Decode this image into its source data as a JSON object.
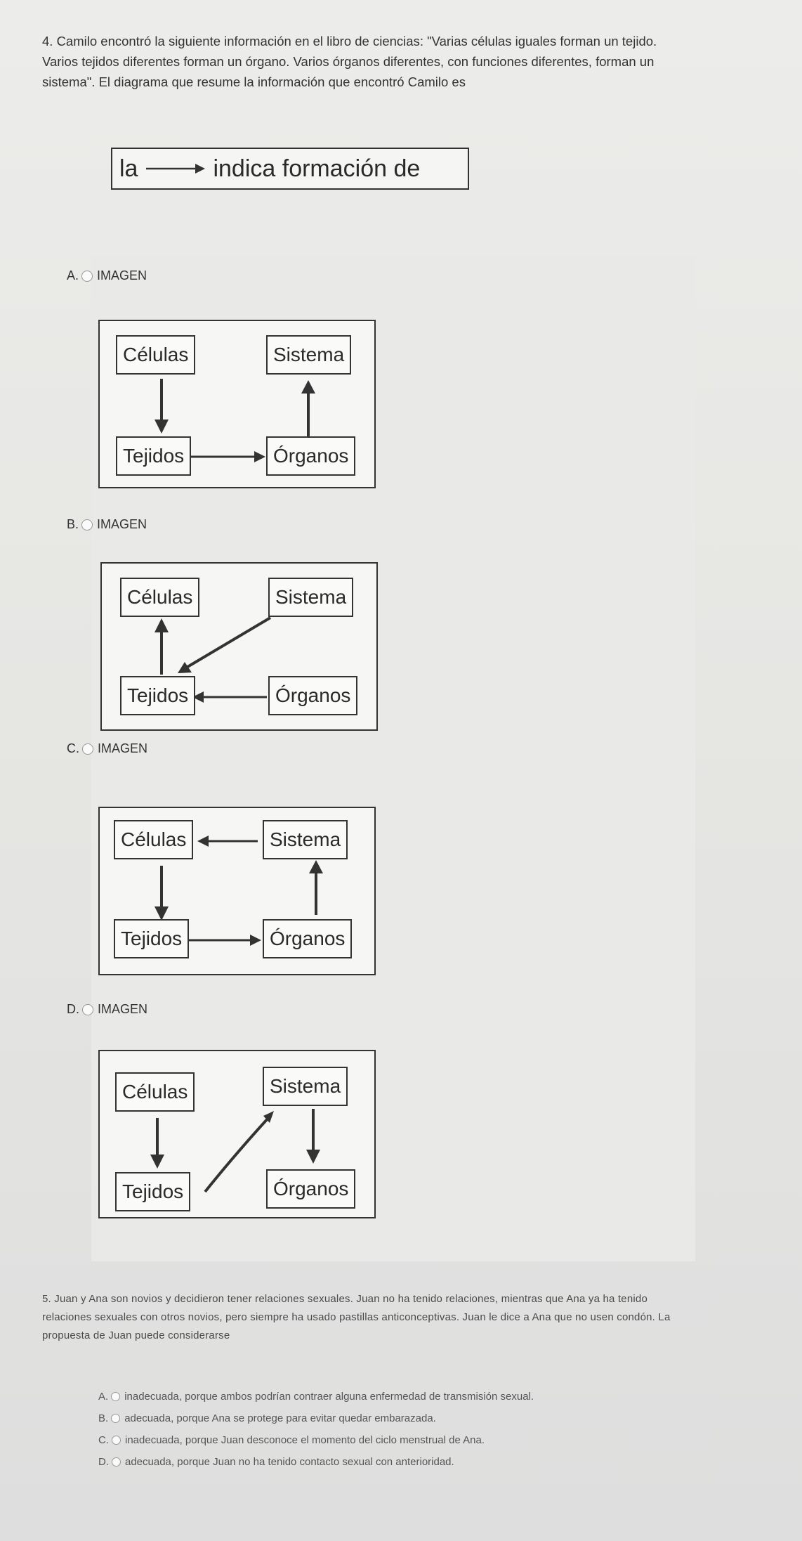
{
  "question4": {
    "text": "4. Camilo encontró la siguiente información en el libro de ciencias: \"Varias células iguales forman un tejido. Varios tejidos diferentes forman un órgano. Varios órganos diferentes, con funciones diferentes, forman un sistema\". El diagrama que resume la información que encontró Camilo es",
    "legend": {
      "prefix": "la",
      "description": "indica formación de"
    },
    "options": [
      {
        "letter": "A.",
        "label": "IMAGEN",
        "nodes": {
          "celulas": "Células",
          "sistema": "Sistema",
          "tejidos": "Tejidos",
          "organos": "Órganos"
        }
      },
      {
        "letter": "B.",
        "label": "IMAGEN",
        "nodes": {
          "celulas": "Células",
          "sistema": "Sistema",
          "tejidos": "Tejidos",
          "organos": "Órganos"
        }
      },
      {
        "letter": "C.",
        "label": "IMAGEN",
        "nodes": {
          "celulas": "Células",
          "sistema": "Sistema",
          "tejidos": "Tejidos",
          "organos": "Órganos"
        }
      },
      {
        "letter": "D.",
        "label": "IMAGEN",
        "nodes": {
          "celulas": "Células",
          "sistema": "Sistema",
          "tejidos": "Tejidos",
          "organos": "Órganos"
        }
      }
    ]
  },
  "question5": {
    "text": "5. Juan y Ana son novios y decidieron tener relaciones sexuales. Juan no ha tenido relaciones, mientras que Ana ya ha tenido relaciones sexuales con otros novios, pero siempre ha usado pastillas anticonceptivas. Juan le dice a Ana que no usen condón. La propuesta de Juan puede considerarse",
    "options": [
      {
        "letter": "A.",
        "text": "inadecuada, porque ambos podrían contraer alguna enfermedad de transmisión sexual."
      },
      {
        "letter": "B.",
        "text": "adecuada, porque Ana se protege para evitar quedar embarazada."
      },
      {
        "letter": "C.",
        "text": "inadecuada, porque Juan desconoce el momento del ciclo menstrual de Ana."
      },
      {
        "letter": "D.",
        "text": "adecuada, porque Juan no ha tenido contacto sexual con anterioridad."
      }
    ]
  },
  "colors": {
    "ink": "#333333",
    "page": "#e6e6e3",
    "box": "#fafaf8"
  }
}
